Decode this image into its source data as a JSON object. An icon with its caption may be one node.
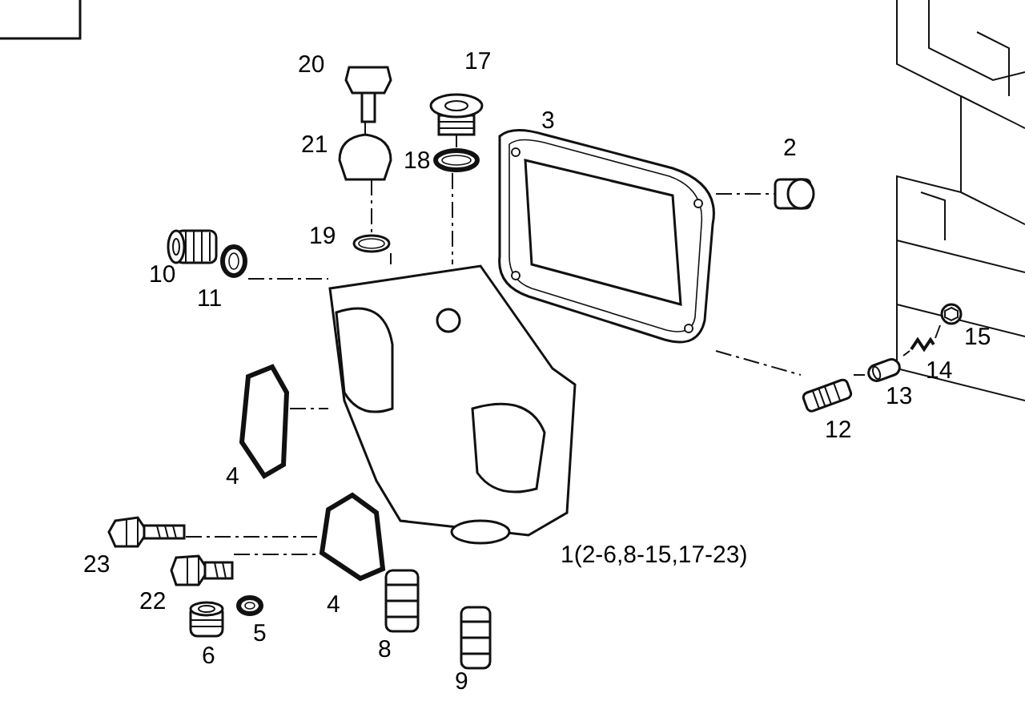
{
  "diagram": {
    "nodes": [
      {
        "text": [],
        "shape": "picture",
        "beside": [
          "20"
        ]
      },
      {
        "text": [],
        "shape": "picture",
        "beside": [
          "17"
        ]
      },
      {
        "text": [],
        "shape": "picture",
        "beside": [
          "3"
        ]
      },
      {
        "text": [],
        "shape": "picture",
        "beside": [
          "21"
        ]
      },
      {
        "text": [],
        "shape": "picture",
        "beside": [
          "18"
        ]
      },
      {
        "text": [],
        "shape": "picture",
        "beside": [
          "2"
        ]
      },
      {
        "text": [],
        "shape": "picture",
        "beside": [
          "19"
        ]
      },
      {
        "text": [],
        "shape": "picture",
        "beside": [
          "10"
        ]
      },
      {
        "text": [],
        "shape": "picture",
        "beside": [
          "11"
        ]
      },
      {
        "text": [],
        "shape": "picture",
        "beside": [
          "15"
        ]
      },
      {
        "text": [],
        "shape": "picture",
        "beside": [
          "14"
        ]
      },
      {
        "text": [],
        "shape": "picture",
        "beside": [
          "13"
        ]
      },
      {
        "text": [],
        "shape": "picture",
        "beside": [
          "12"
        ]
      },
      {
        "text": [],
        "shape": "picture",
        "beside": [
          "4"
        ]
      },
      {
        "text": [],
        "shape": "picture",
        "beside": [
          "23"
        ]
      },
      {
        "text": [],
        "shape": "picture",
        "beside": [
          "22"
        ]
      },
      {
        "text": [],
        "shape": "picture",
        "beside": [
          "1(2-6,8-15,17-23)"
        ]
      },
      {
        "text": [],
        "shape": "picture",
        "beside": [
          "4"
        ]
      },
      {
        "text": [],
        "shape": "picture",
        "beside": [
          "5"
        ]
      },
      {
        "text": [],
        "shape": "picture",
        "beside": [
          "6"
        ]
      },
      {
        "text": [],
        "shape": "picture",
        "beside": [
          "8"
        ]
      },
      {
        "text": [],
        "shape": "picture",
        "beside": [
          "9"
        ]
      }
    ],
    "edges": [
      {
        "from": 0,
        "to": 3,
        "arrow": "none",
        "style": "dashed"
      },
      {
        "from": 3,
        "to": 6,
        "arrow": "none",
        "style": "dashed"
      },
      {
        "from": 6,
        "to": 16,
        "arrow": "none",
        "style": "dashed"
      },
      {
        "from": 1,
        "to": 4,
        "arrow": "none",
        "style": "dashed"
      },
      {
        "from": 4,
        "to": 16,
        "arrow": "none",
        "style": "dashed"
      },
      {
        "from": 8,
        "to": 16,
        "arrow": "none",
        "style": "dashed"
      },
      {
        "from": 2,
        "to": 5,
        "arrow": "none",
        "style": "dashed"
      },
      {
        "from": 2,
        "to": 12,
        "arrow": "none",
        "style": "dashed"
      },
      {
        "from": 12,
        "to": 11,
        "arrow": "none",
        "style": "dashed"
      },
      {
        "from": 11,
        "to": 10,
        "arrow": "none",
        "style": "dashed"
      },
      {
        "from": 10,
        "to": 9,
        "arrow": "none",
        "style": "dashed"
      },
      {
        "from": 13,
        "to": 16,
        "arrow": "none",
        "style": "dashed"
      },
      {
        "from": 14,
        "to": 17,
        "arrow": "none",
        "style": "dashed"
      },
      {
        "from": 15,
        "to": 17,
        "arrow": "none",
        "style": "dashed"
      }
    ]
  }
}
